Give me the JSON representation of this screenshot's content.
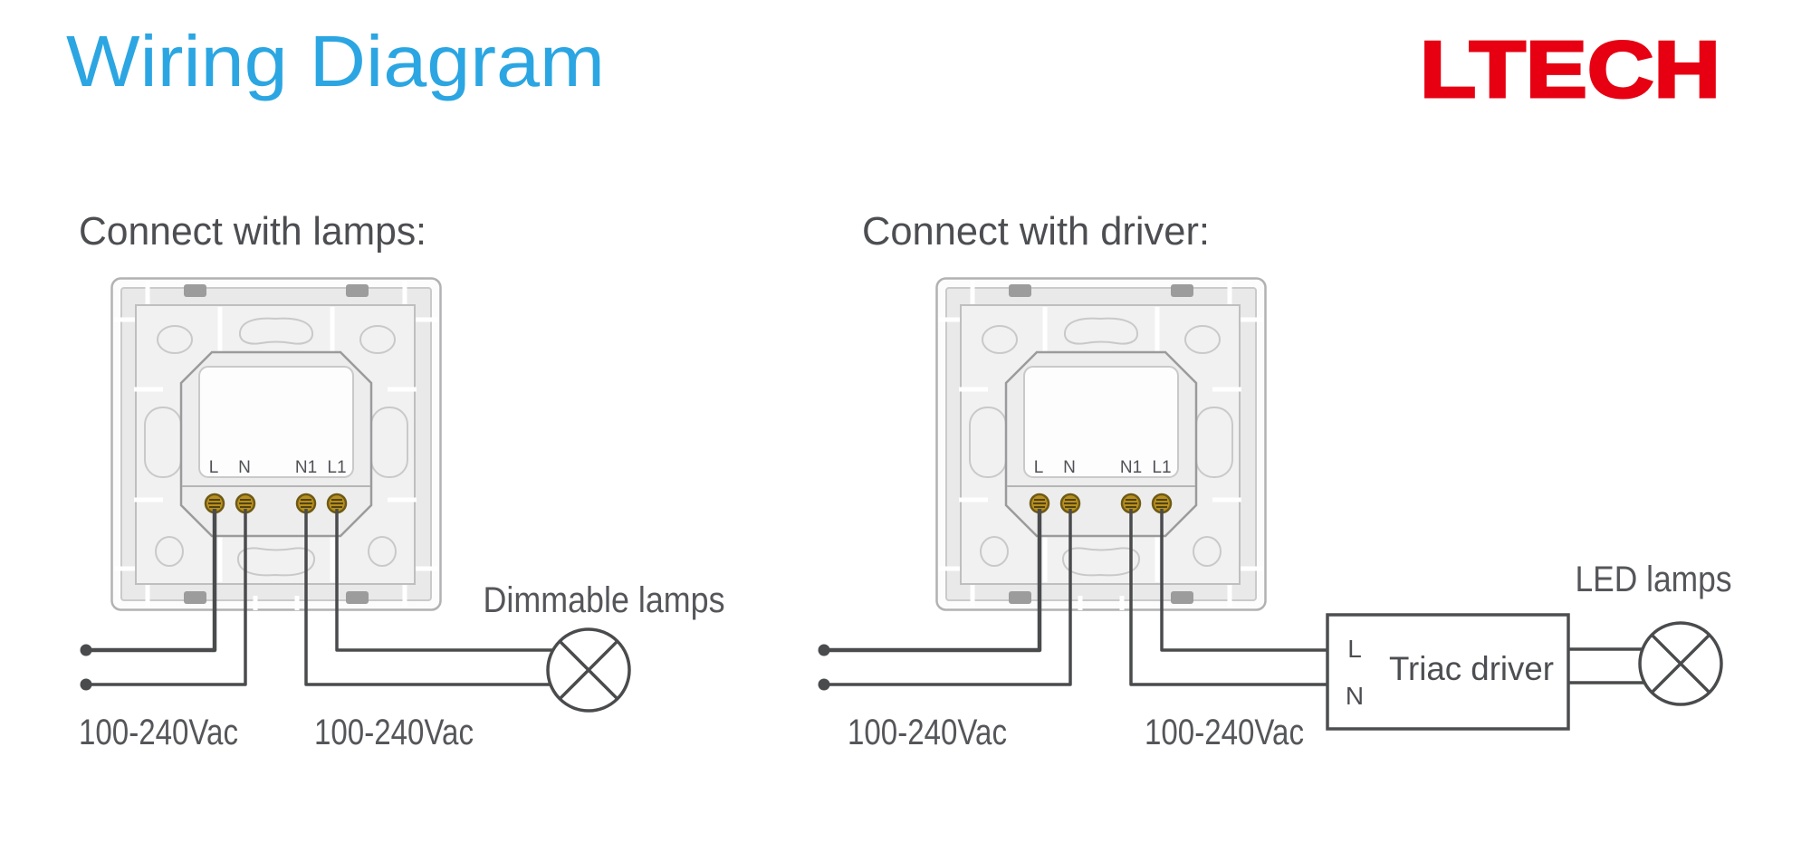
{
  "header": {
    "title": "Wiring Diagram",
    "brand": "LTECH"
  },
  "palette": {
    "title_blue": "#2BA6E2",
    "brand_red": "#E60012",
    "text_gray": "#55565A",
    "wire_gray": "#4A4B4D",
    "screw_gold": "#B8901F"
  },
  "left_section": {
    "heading": "Connect with lamps:",
    "voltage_label_left": "100-240Vac",
    "voltage_label_right": "100-240Vac",
    "lamp_label": "Dimmable lamps"
  },
  "right_section": {
    "heading": "Connect with driver:",
    "voltage_label_left": "100-240Vac",
    "voltage_label_right": "100-240Vac",
    "driver_label": "Triac driver",
    "driver_terminal_live": "L",
    "driver_terminal_neutral": "N",
    "lamp_label": "LED lamps"
  },
  "switch_panel": {
    "terminals": [
      "L",
      "N",
      "N1",
      "L1"
    ]
  }
}
